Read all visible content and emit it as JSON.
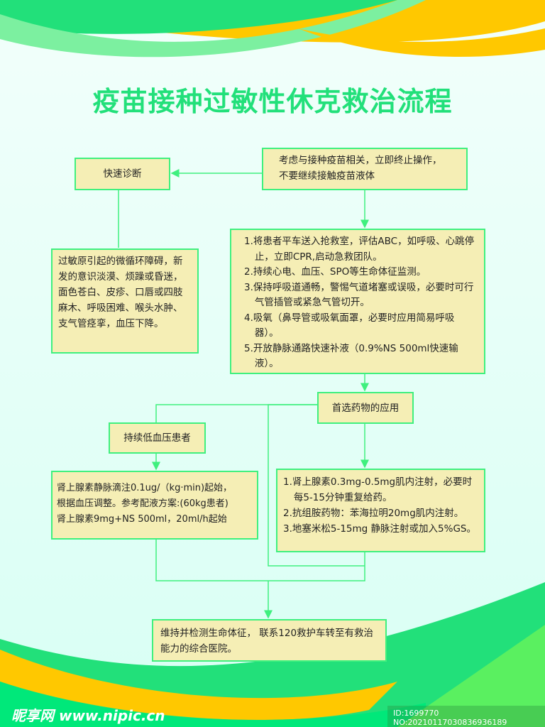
{
  "title": "疫苗接种过敏性休克救治流程",
  "colors": {
    "accent": "#22e07a",
    "box_fill": "#f5eeb5",
    "border": "#3ff07e",
    "yellow": "#ffc800"
  },
  "boxes": {
    "quick_diagnosis": "快速诊断",
    "stop_vaccine": [
      "考虑与接种疫苗相关，立即终止操作，",
      "不要继续接触疫苗液体"
    ],
    "symptoms": "过敏原引起的微循环障碍，新发的意识淡漠、烦躁或昏迷，面色苍白、皮疹、口唇或四肢麻木、呼吸困难、喉头水肿、支气管痉挛，血压下降。",
    "steps": [
      "1.将患者平车送入抢救室，评估ABC，如呼吸、心跳停止，立即CPR,启动急救团队。",
      "2.持续心电、血压、SPO等生命体征监测。",
      "3.保持呼吸道通畅，警惕气道堵塞或误吸，必要时可行气管插管或紧急气管切开。",
      "4.吸氧（鼻导管或吸氧面罩，必要时应用简易呼吸器）。",
      "5.开放静脉通路快速补液（0.9%NS 500ml快速输液）。"
    ],
    "preferred_drugs": "首选药物的应用",
    "persistent_hypotension": "持续低血压患者",
    "hypotension_dose": [
      "肾上腺素静脉滴注0.1ug/（kg·min)起始，",
      "根据血压调整。参考配液方案:(60kg患者)",
      "肾上腺素9mg+NS 500ml，20ml/h起始"
    ],
    "drugs": [
      "1.肾上腺素0.3mg-0.5mg肌内注射，必要时每5-15分钟重复给药。",
      "2.抗组胺药物：苯海拉明20mg肌内注射。",
      "3.地塞米松5-15mg  静脉注射或加入5%GS。"
    ],
    "final": "维持并检测生命体征， 联系120救护车转至有救治能力的综合医院。"
  },
  "watermark": {
    "logo": "昵享网 www.nipic.cn",
    "id": "ID:1699770 NO:20210117030836936189"
  }
}
